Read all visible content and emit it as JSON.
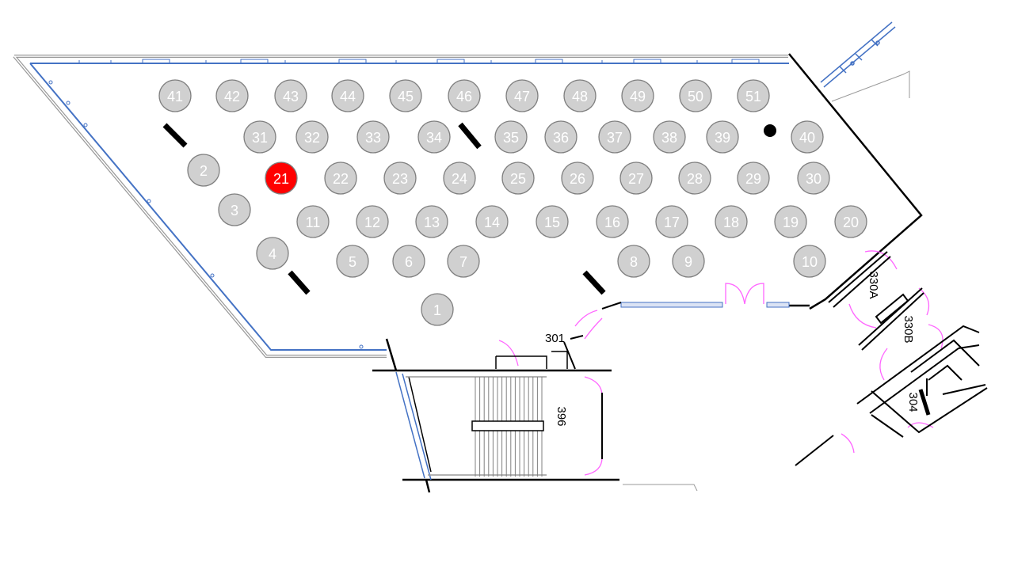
{
  "floorplan": {
    "selected_table": "21",
    "colors": {
      "table_fill": "#d0d0d0",
      "table_stroke": "#7f7f7f",
      "table_text": "#ffffff",
      "selected_fill": "#ff0000",
      "wall": "#000000",
      "window": "#4472c4",
      "door_swing": "#ff66ff",
      "hatch": "#8ea9db"
    },
    "tables": [
      {
        "label": "1"
      },
      {
        "label": "2"
      },
      {
        "label": "3"
      },
      {
        "label": "4"
      },
      {
        "label": "5"
      },
      {
        "label": "6"
      },
      {
        "label": "7"
      },
      {
        "label": "8"
      },
      {
        "label": "9"
      },
      {
        "label": "10"
      },
      {
        "label": "11"
      },
      {
        "label": "12"
      },
      {
        "label": "13"
      },
      {
        "label": "14"
      },
      {
        "label": "15"
      },
      {
        "label": "16"
      },
      {
        "label": "17"
      },
      {
        "label": "18"
      },
      {
        "label": "19"
      },
      {
        "label": "20"
      },
      {
        "label": "21"
      },
      {
        "label": "22"
      },
      {
        "label": "23"
      },
      {
        "label": "24"
      },
      {
        "label": "25"
      },
      {
        "label": "26"
      },
      {
        "label": "27"
      },
      {
        "label": "28"
      },
      {
        "label": "29"
      },
      {
        "label": "30"
      },
      {
        "label": "31"
      },
      {
        "label": "32"
      },
      {
        "label": "33"
      },
      {
        "label": "34"
      },
      {
        "label": "35"
      },
      {
        "label": "36"
      },
      {
        "label": "37"
      },
      {
        "label": "38"
      },
      {
        "label": "39"
      },
      {
        "label": "40"
      },
      {
        "label": "41"
      },
      {
        "label": "42"
      },
      {
        "label": "43"
      },
      {
        "label": "44"
      },
      {
        "label": "45"
      },
      {
        "label": "46"
      },
      {
        "label": "47"
      },
      {
        "label": "48"
      },
      {
        "label": "49"
      },
      {
        "label": "50"
      },
      {
        "label": "51"
      }
    ],
    "room_labels": {
      "room_301": "301",
      "room_330a": "330A",
      "room_330b": "330B",
      "room_396": "396",
      "room_304": "304"
    }
  }
}
